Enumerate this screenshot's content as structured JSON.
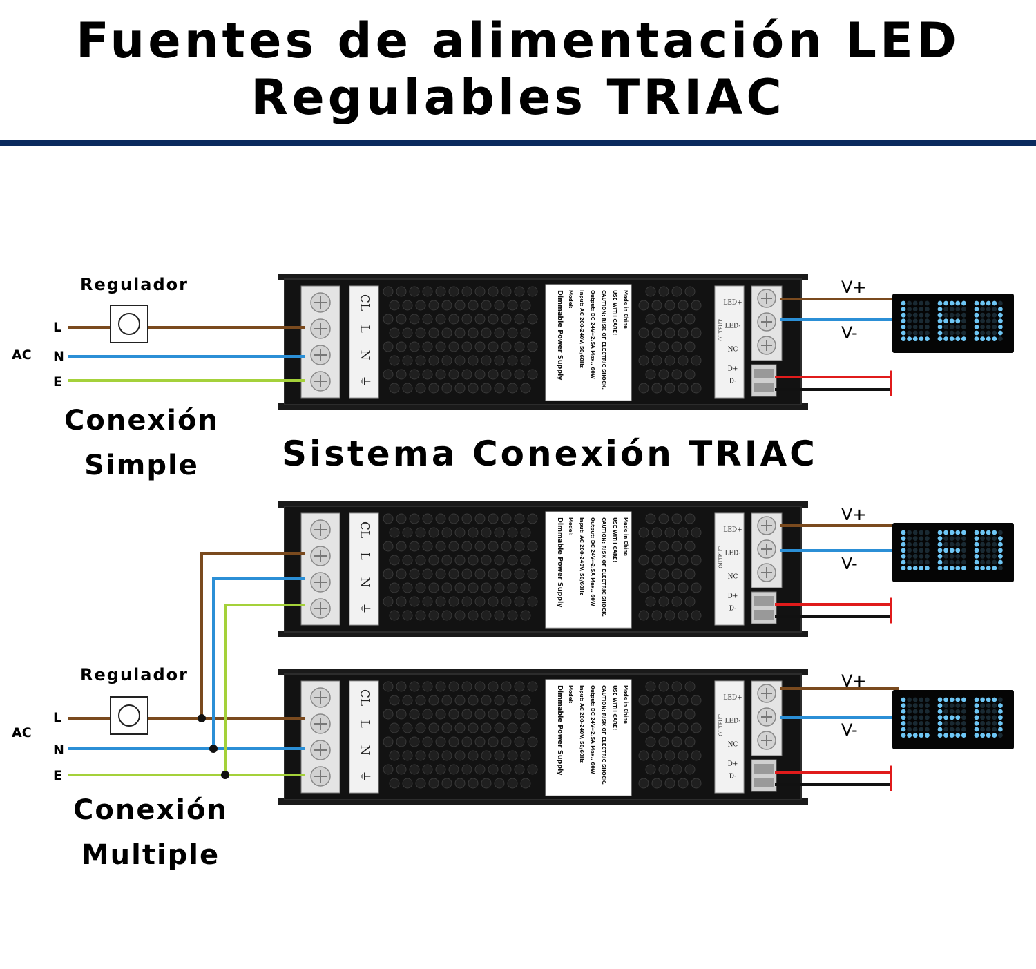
{
  "header": {
    "title_line1": "Fuentes de alimentación LED",
    "title_line2": "Regulables TRIAC",
    "rule_color": "#0b2a5e"
  },
  "middle_title": "Sistema Conexión TRIAC",
  "simple": {
    "regulator_label": "Regulador",
    "ac_label": "AC",
    "terminals": [
      "L",
      "N",
      "E"
    ],
    "caption_line1": "Conexión",
    "caption_line2": "Simple"
  },
  "multiple": {
    "regulator_label": "Regulador",
    "ac_label": "AC",
    "terminals": [
      "L",
      "N",
      "E"
    ],
    "caption_line1": "Conexión",
    "caption_line2": "Multiple"
  },
  "power_supply": {
    "input_terminals": [
      "CL",
      "L",
      "N",
      "⏚"
    ],
    "output_terminals": [
      "LED+",
      "LED-",
      "NC",
      "D+",
      "D-"
    ],
    "output_group_label": "OUTPUT",
    "label_title": "Dimmable Power Supply",
    "label_lines": [
      "Model:",
      "Input: AC 200-240V, 50/60Hz",
      "Output: DC 24V⎓2.5A Max., 60W",
      "CAUTION: RISK OF ELECTRIC SHOCK.",
      "USE WITH CARE!",
      "Made in China"
    ]
  },
  "outputs": {
    "vplus_label": "V+",
    "vminus_label": "V-",
    "led_text": "LED"
  },
  "wire_colors": {
    "L": "#7a4a1e",
    "N": "#2b8fd6",
    "E": "#a4d13a",
    "D_plus": "#e01b1b",
    "D_minus": "#111111",
    "led_dots": "#6ec6f5"
  }
}
